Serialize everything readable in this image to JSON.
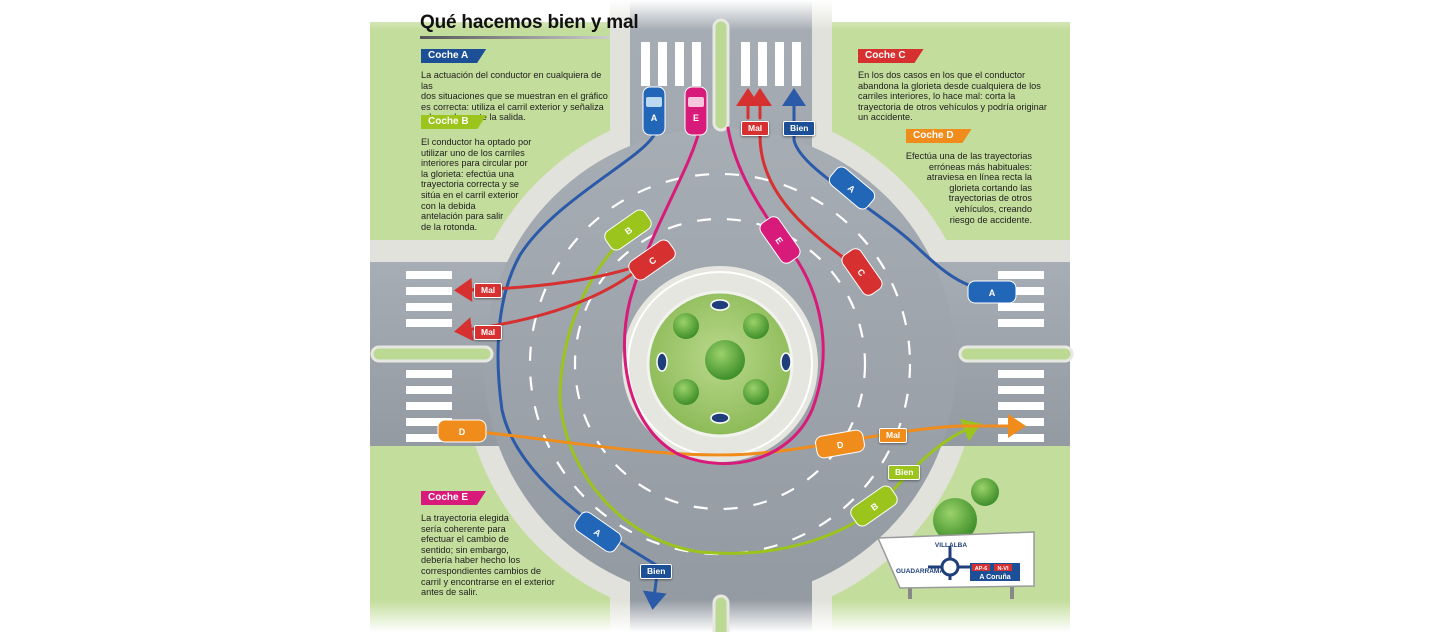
{
  "title": "Qué hacemos bien y mal",
  "colors": {
    "car_a": "#2266b8",
    "car_b": "#9bc41d",
    "car_c": "#d63030",
    "car_d": "#f08c1c",
    "car_e": "#d81b7a",
    "road": "#9ea5ad",
    "grass": "#bcd994",
    "label_mal": "#d63030",
    "label_bien": "#1d4f96"
  },
  "panels": {
    "coche_a": {
      "tag": "Coche A",
      "text": "La actuación del conductor en cualquiera de las\ndos situaciones que se muestran en el gráfico\nes correcta:  utiliza el carril exterior y señaliza\nadecuadamente la salida."
    },
    "coche_b": {
      "tag": "Coche B",
      "text": "El conductor ha optado por\nutilizar uno de los carriles\ninteriores para circular por\nla glorieta: efectúa una\ntrayectoria correcta y se\nsitúa en el carril exterior\ncon la debida\nantelación para salir\nde la rotonda."
    },
    "coche_c": {
      "tag": "Coche C",
      "text": "En los dos casos en los que el conductor\nabandona la glorieta desde cualquiera de los\ncarriles interiores, lo hace mal: corta la\ntrayectoria de otros vehículos y podría originar\nun accidente."
    },
    "coche_d": {
      "tag": "Coche D",
      "text": "Efectúa una de las trayectorias\nerróneas más habituales:\natraviesa en línea recta la\nglorieta cortando las\ntrayectorias de otros\nvehículos, creando\nriesgo de accidente."
    },
    "coche_e": {
      "tag": "Coche E",
      "text": "La trayectoria elegida\nsería coherente para\nefectuar el cambio de\nsentido; sin embargo,\ndebería haber hecho los\ncorrespondientes cambios de\ncarril y encontrarse en el exterior\nantes de salir."
    }
  },
  "labels": {
    "mal": "Mal",
    "bien": "Bien"
  },
  "cars": {
    "a": "A",
    "b": "B",
    "c": "C",
    "d": "D",
    "e": "E"
  },
  "sign": {
    "north": "VILLALBA",
    "west": "GUADARRAMA",
    "badge1": "AP-6",
    "badge2": "N-VI",
    "east": "A Coruña"
  },
  "icons": [
    "arrow-icon",
    "car-icon",
    "tree-icon",
    "roundabout-sign-icon"
  ]
}
